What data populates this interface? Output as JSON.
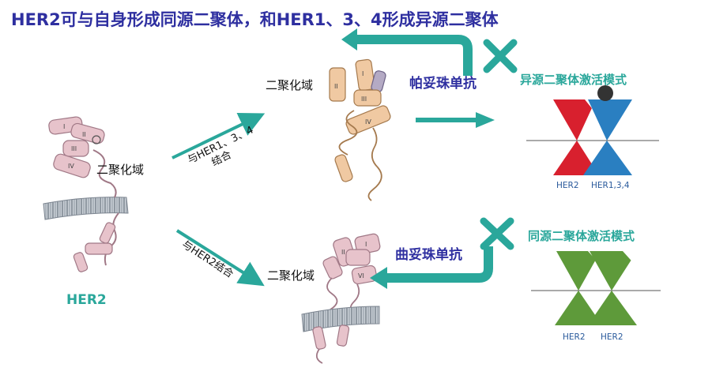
{
  "title": "HER2可与自身形成同源二聚体，和HER1、3、4形成异源二聚体",
  "receptor": {
    "name": "HER2",
    "dimer_domain_label": "二聚化域",
    "domains": [
      "I",
      "II",
      "III",
      "IV"
    ]
  },
  "paths": {
    "hetero": {
      "binding_label_line1": "与HER1、3、4",
      "binding_label_line2": "结合",
      "dimer_domain_label": "二聚化域",
      "domains": [
        "I",
        "II",
        "III",
        "IV"
      ],
      "blocking_drug": "帕妥珠单抗",
      "mode_title": "异源二聚体激活模式",
      "partner_labels": [
        "HER2",
        "HER1,3,4"
      ]
    },
    "homo": {
      "binding_label": "与HER2结合",
      "dimer_domain_label": "二聚化域",
      "domains": [
        "I",
        "II",
        "VI"
      ],
      "blocking_drug": "曲妥珠单抗",
      "mode_title": "同源二聚体激活模式",
      "partner_labels": [
        "HER2",
        "HER2"
      ]
    }
  },
  "colors": {
    "title": "#2e2fa0",
    "teal": "#2aa79b",
    "drug_text": "#2e2fa0",
    "her2_red": "#d8202e",
    "partner_blue": "#2a7fc1",
    "homo_green": "#5e9a3a",
    "protein_pink": "#e7c3cb",
    "protein_tan": "#f0c9a2",
    "dark_dot": "#333333"
  }
}
